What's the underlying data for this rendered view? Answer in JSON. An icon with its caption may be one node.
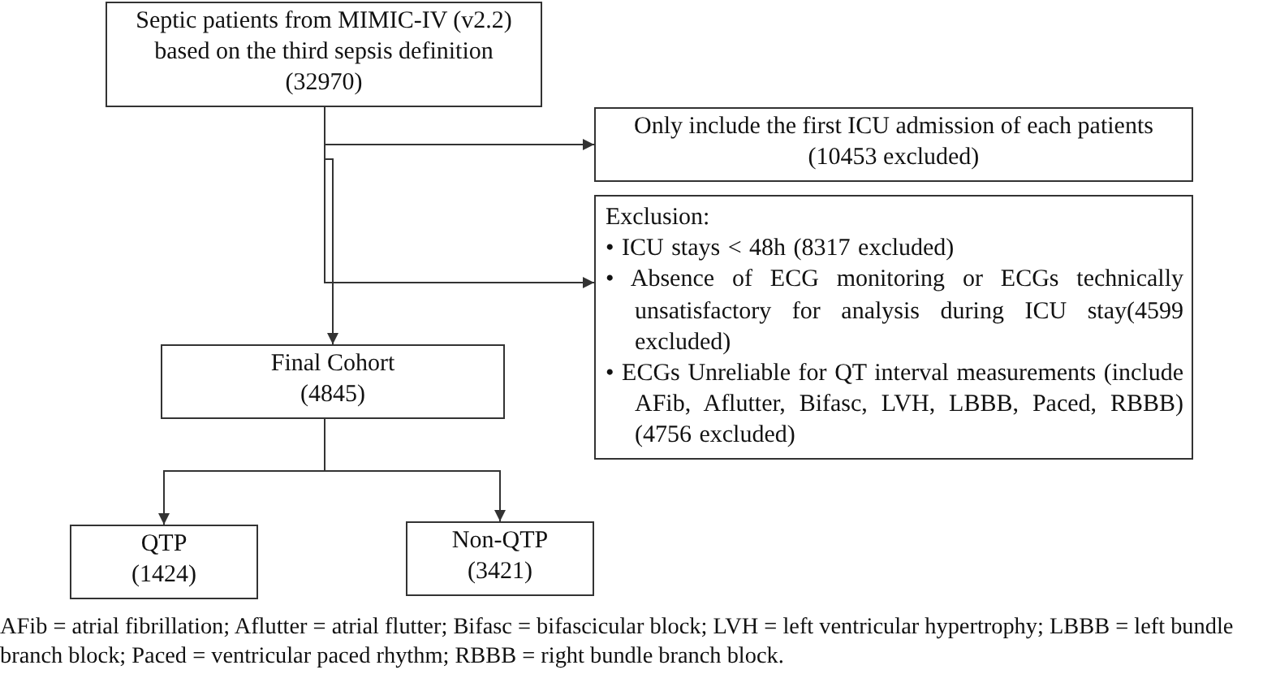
{
  "diagram": {
    "nodes": [
      {
        "text": [
          "Septic patients from MIMIC-IV (v2.2) based on the third sepsis definition",
          "(32970)"
        ]
      },
      {
        "text": [
          "Only include the first ICU admission of each patients",
          "(10453 excluded)"
        ]
      },
      {
        "text": [
          "Exclusion:",
          "• ICU stays < 48h (8317 excluded)",
          "• Absence of ECG monitoring or ECGs technically unsatisfactory for analysis during ICU stay(4599 excluded)",
          "• ECGs Unreliable for QT interval measurements (include AFib, Aflutter, Bifasc, LVH, LBBB, Paced, RBBB) (4756 excluded)"
        ]
      },
      {
        "text": [
          "Final Cohort",
          "(4845)"
        ]
      },
      {
        "text": [
          "QTP",
          "(1424)"
        ]
      },
      {
        "text": [
          "Non-QTP",
          "(3421)"
        ]
      }
    ],
    "edges": [
      {
        "from": 0,
        "to": 3,
        "arrow": "to"
      },
      {
        "from": 0,
        "to": 1,
        "arrow": "to"
      },
      {
        "from": 0,
        "to": 2,
        "arrow": "to"
      },
      {
        "from": 3,
        "to": 4,
        "arrow": "to"
      },
      {
        "from": 3,
        "to": 5,
        "arrow": "to"
      }
    ],
    "labels": [
      "AFib = atrial fibrillation; Aflutter = atrial flutter; Bifasc = bifascicular block; LVH = left ventricular hypertrophy; LBBB = left bundle branch block; Paced = ventricular paced rhythm; RBBB = right bundle branch block."
    ]
  }
}
